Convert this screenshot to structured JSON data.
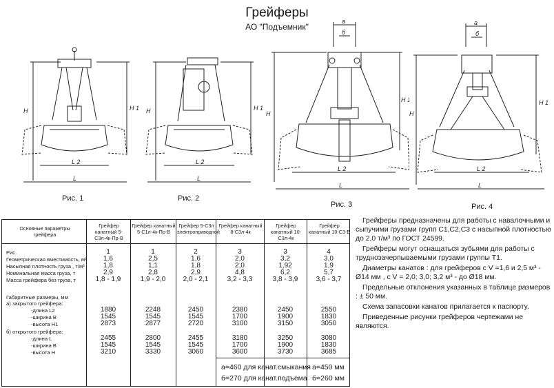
{
  "header": {
    "title": "Грейферы",
    "subtitle": "АО \"Подъемник\""
  },
  "figures": {
    "fig1": {
      "caption": "Рис. 1",
      "dims": {
        "h": "H",
        "h1": "H 1",
        "l2": "L 2",
        "l": "L"
      }
    },
    "fig2": {
      "caption": "Рис. 2",
      "dims": {
        "h": "H",
        "h1": "H 1",
        "l2": "L 2",
        "l": "L"
      }
    },
    "fig3": {
      "caption": "Рис. 3",
      "dims": {
        "h": "H",
        "h1": "H 1",
        "l2": "L 2",
        "l": "L",
        "a": "a",
        "b": "б"
      }
    },
    "fig4": {
      "caption": "Рис. 4",
      "dims": {
        "h": "H",
        "h1": "H 1",
        "l2": "L 2",
        "l": "L",
        "a": "a",
        "b": "б"
      }
    }
  },
  "table": {
    "param_header": "Основные параметры грейфера",
    "columns": [
      "Грейфер канатный 5-С3л-4к-Пр-В",
      "Грейфер канатный 5-С1л-4к-Пр-В",
      "Грейфер 5-С3л электроприводной",
      "Грейфер канатный 8-С3л-4к",
      "Грейфер канатный 10-С3л-4к",
      "Грейфер канатный 10-С3-В"
    ],
    "labels": {
      "fig": "Рис.",
      "volume": "Геометрическая вместимость, м³",
      "density": "Насыпная плотность груза , т/м³",
      "mass_load": "Номинальная масса груза, т",
      "mass_grab": "Масса грейфера без груза, т",
      "dims_title": "Габаритные размеры, мм",
      "closed": "а)  закрытого грейфера:",
      "c_l2": "-длина L2",
      "c_b": "-ширина В",
      "c_h1": "-высота Н1",
      "open": "б)  открытого грейфера:",
      "o_l": "-длина L",
      "o_b": "-ширина В",
      "o_h": "-высота Н"
    },
    "values": [
      {
        "fig": "1",
        "volume": "1,6",
        "density": "1,8",
        "mass_load": "2,9",
        "mass_grab": "1,8 - 1,9",
        "c_l2": "1880",
        "c_b": "1545",
        "c_h1": "2873",
        "o_l": "2455",
        "o_b": "1545",
        "o_h": "3210"
      },
      {
        "fig": "1",
        "volume": "2,5",
        "density": "1,1",
        "mass_load": "2,8",
        "mass_grab": "1,9 - 2,0",
        "c_l2": "2248",
        "c_b": "1545",
        "c_h1": "2877",
        "o_l": "2800",
        "o_b": "1545",
        "o_h": "3330"
      },
      {
        "fig": "2",
        "volume": "1,6",
        "density": "1,8",
        "mass_load": "2,9",
        "mass_grab": "2,0 - 2,1",
        "c_l2": "2450",
        "c_b": "1545",
        "c_h1": "2720",
        "o_l": "2455",
        "o_b": "1545",
        "o_h": "3060"
      },
      {
        "fig": "3",
        "volume": "2,0",
        "density": "2,0",
        "mass_load": "4,8",
        "mass_grab": "3,2 - 3,3",
        "c_l2": "2380",
        "c_b": "1700",
        "c_h1": "3100",
        "o_l": "3180",
        "o_b": "1700",
        "o_h": "3600"
      },
      {
        "fig": "3",
        "volume": "3,2",
        "density": "1,92",
        "mass_load": "6,2",
        "mass_grab": "3,8 - 3,9",
        "c_l2": "2450",
        "c_b": "1900",
        "c_h1": "3150",
        "o_l": "3250",
        "o_b": "1900",
        "o_h": "3730"
      },
      {
        "fig": "4",
        "volume": "3,0",
        "density": "1,9",
        "mass_load": "5,7",
        "mass_grab": "3,6 - 3,7",
        "c_l2": "2550",
        "c_b": "1830",
        "c_h1": "3050",
        "o_l": "3080",
        "o_b": "1830",
        "o_h": "3685"
      }
    ],
    "footer": {
      "left_a": "а=460 для канат.смыкания",
      "left_b": "б=270  для канат.подъема",
      "right_a": "а=450 мм",
      "right_b": "б=260 мм"
    }
  },
  "notes": {
    "p1": "Грейферы предназначены для работы с навалочными и сыпучими грузами  групп С1,С2,С3 с насыпной плотностью до 2,0 т/м³  по ГОСТ 24599.",
    "p2": "Грейферы могут оснащаться зубьями для работы с труднозачерпываемыми  грузами  группы Т1.",
    "p3": "Диаметры канатов : для грейферов с V =1,6 и 2,5 м³ - Ø14 мм , с  V = 2,0; 3,0; 3,2 м³ - до Ø18 мм.",
    "p4": "Предельные отклонения указанных в таблице размеров : ± 50 мм.",
    "p5": "Схема запасовки канатов прилагается к паспорту.",
    "p6": "Приведенные рисунки грейферов чертежами не являются."
  }
}
